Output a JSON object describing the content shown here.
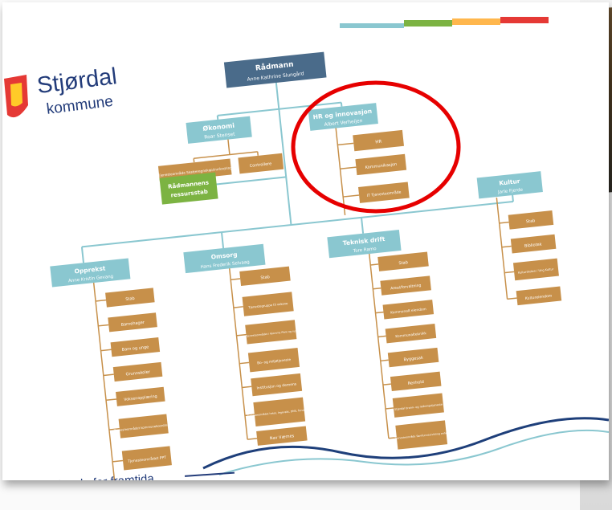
{
  "logo": {
    "name": "Stjørdal",
    "sub": "kommune"
  },
  "tagline": "et godt valg for framtida",
  "colors": {
    "top": "#4a6b8a",
    "dept": "#8ac7d0",
    "unit": "#c7904a",
    "staff": "#7cb342",
    "highlight": "#e60000"
  },
  "icons": [
    "coat-of-arms-icon"
  ],
  "top": {
    "title": "Rådmann",
    "name": "Anne Kathrine Slungård"
  },
  "okonomi": {
    "title": "Økonomi",
    "name": "Roar Stenset",
    "units": [
      "Tjenesteområde Skatteregnskap/innfordring",
      "Controllere"
    ]
  },
  "hr": {
    "title": "HR og innovasjon",
    "name": "Albert Verheijen",
    "units": [
      "HR",
      "Kommunikasjon",
      "IT Tjenesteområde"
    ]
  },
  "staff": {
    "line1": "Rådmannens",
    "line2": "ressursstab"
  },
  "opprekst": {
    "title": "Opprekst",
    "name": "Anne Kristin Gevang",
    "units": [
      "Stab",
      "Barnehager",
      "Barn og unge",
      "Grunnskoler",
      "Voksenopplæring",
      "Tjenesteområdet kommunekoordinator",
      "Tjenesteområdet PPT"
    ]
  },
  "omsorg": {
    "title": "Omsorg",
    "name": "Hans Frederik Selvaag",
    "units": [
      "Stab",
      "Tjenestegruppe til voksne",
      "Tjenesteområdet i Hjemme Pleie og rus",
      "Bo- og miljøtjeneste",
      "Institusjon og demens",
      "Tjenesteområdet helse, legevakt, DMS, forvaltning",
      "Nav Værnes"
    ]
  },
  "teknisk": {
    "title": "Teknisk drift",
    "name": "Tore Ramo",
    "units": [
      "Stab",
      "Areal/forvaltning",
      "Kommunalt eiendom",
      "Kommunalteknikk",
      "Byggesak",
      "Renhold",
      "Stjørdal brann- og redningstjeneste",
      "Tjenesteområde Samfunnsutvikling enhet"
    ]
  },
  "kultur": {
    "title": "Kultur",
    "name": "Jarle Fjerde",
    "units": [
      "Stab",
      "Bibliotek",
      "Kulturskolen / Ung Kultur",
      "Kultureiendom"
    ]
  },
  "photo_mark": "©"
}
